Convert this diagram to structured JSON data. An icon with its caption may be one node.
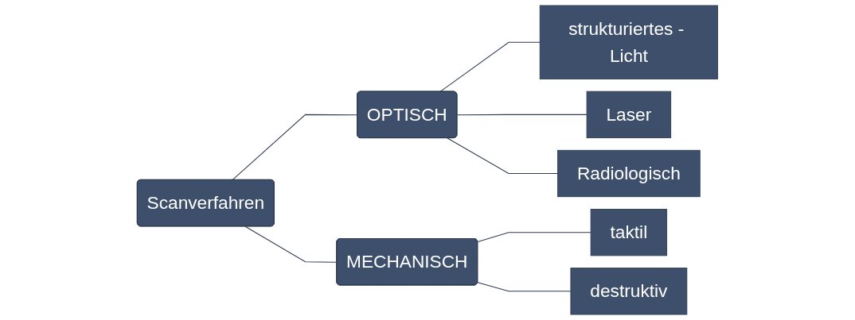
{
  "diagram": {
    "nodes": [
      {
        "text": [
          "Scanverfahren"
        ]
      },
      {
        "text": [
          "OPTISCH"
        ]
      },
      {
        "text": [
          "strukturiertes - Licht"
        ]
      },
      {
        "text": [
          "Laser"
        ]
      },
      {
        "text": [
          "Radiologisch"
        ]
      },
      {
        "text": [
          "MECHANISCH"
        ]
      },
      {
        "text": [
          "taktil"
        ]
      },
      {
        "text": [
          "destruktiv"
        ]
      }
    ],
    "edges": [
      {
        "from": 0,
        "to": 1,
        "arrow": "none"
      },
      {
        "from": 0,
        "to": 5,
        "arrow": "none"
      },
      {
        "from": 1,
        "to": 2,
        "arrow": "none"
      },
      {
        "from": 1,
        "to": 3,
        "arrow": "none"
      },
      {
        "from": 1,
        "to": 4,
        "arrow": "none"
      },
      {
        "from": 5,
        "to": 6,
        "arrow": "none"
      },
      {
        "from": 5,
        "to": 7,
        "arrow": "none"
      }
    ]
  }
}
